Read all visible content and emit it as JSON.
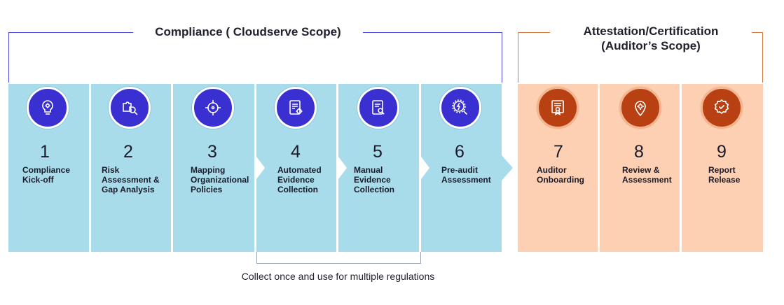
{
  "scopes": {
    "compliance_title": "Compliance ( Cloudserve Scope)",
    "attestation_title_line1": "Attestation/Certification",
    "attestation_title_line2": "(Auditor’s Scope)"
  },
  "steps": [
    {
      "num": "1",
      "line1": "Compliance",
      "line2": "Kick-off",
      "line3": "",
      "icon": "lightbulb-gear-icon"
    },
    {
      "num": "2",
      "line1": "Risk",
      "line2": "Assessment &",
      "line3": "Gap Analysis",
      "icon": "puzzle-magnifier-icon"
    },
    {
      "num": "3",
      "line1": "Mapping",
      "line2": "Organizational",
      "line3": "Policies",
      "icon": "crosshair-target-icon"
    },
    {
      "num": "4",
      "line1": "Automated",
      "line2": "Evidence",
      "line3": "Collection",
      "icon": "document-gear-icon"
    },
    {
      "num": "5",
      "line1": "Manual",
      "line2": "Evidence",
      "line3": "Collection",
      "icon": "document-search-icon"
    },
    {
      "num": "6",
      "line1": "Pre-audit",
      "line2": "Assessment",
      "line3": "",
      "icon": "magnifier-lightning-icon"
    },
    {
      "num": "7",
      "line1": "Auditor",
      "line2": "Onboarding",
      "line3": "",
      "icon": "certificate-icon"
    },
    {
      "num": "8",
      "line1": "Review &",
      "line2": "Assessment",
      "line3": "",
      "icon": "location-gear-icon"
    },
    {
      "num": "9",
      "line1": "Report",
      "line2": "Release",
      "line3": "",
      "icon": "badge-check-icon"
    }
  ],
  "collect_note": "Collect once and use for multiple regulations",
  "colors": {
    "compliance_accent": "#4b4ae0",
    "attestation_accent": "#d3783e",
    "compliance_bg": "#a8dcea",
    "attestation_bg": "#fdd0b3",
    "compliance_icon_bg": "#3a2fd0",
    "attestation_icon_bg": "#b84012"
  }
}
